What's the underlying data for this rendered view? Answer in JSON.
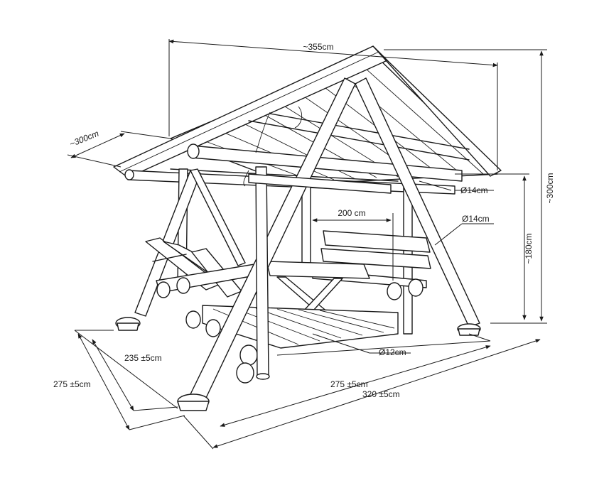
{
  "dimensions": {
    "roof_length": "~355cm",
    "roof_depth": "~300cm",
    "total_height": "~300cm",
    "post_height": "~180cm",
    "table_length": "200 cm",
    "beam_diameter": "Ø14cm",
    "post_diameter": "Ø14cm",
    "floor_log_diameter": "Ø12cm",
    "inner_depth": "235 ±5cm",
    "outer_depth": "275 ±5cm",
    "inner_width": "275 ±5cm",
    "outer_width": "320 ±5cm"
  }
}
